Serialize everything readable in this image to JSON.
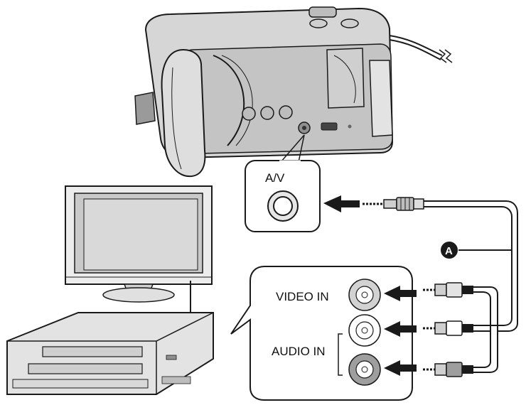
{
  "labels": {
    "av_port": "A/V",
    "video_in": "VIDEO IN",
    "audio_in": "AUDIO IN",
    "callout_a": "A"
  },
  "icons": [
    "camcorder-icon",
    "tv-icon",
    "recorder-icon",
    "av-cable-icon",
    "arrow-right-icon"
  ],
  "colors": {
    "line": "#1a1a1a",
    "body_light": "#d9d9d9",
    "body_mid": "#bdbdbd",
    "body_dark": "#8f8f8f",
    "screen": "#c9c9c9",
    "jack_light": "#dcdcdc",
    "jack_dark": "#9e9e9e"
  }
}
